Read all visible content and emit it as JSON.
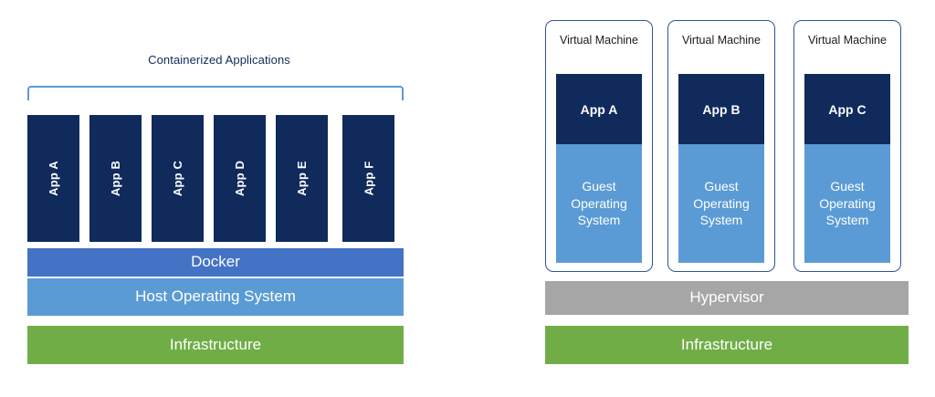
{
  "diagram": {
    "type": "architecture-comparison",
    "left_panel": {
      "title": "Containerized Applications",
      "apps": [
        {
          "label": "App A"
        },
        {
          "label": "App B"
        },
        {
          "label": "App C"
        },
        {
          "label": "App D"
        },
        {
          "label": "App E"
        },
        {
          "label": "App F"
        }
      ],
      "layers": [
        {
          "label": "Docker",
          "color": "#4472c4"
        },
        {
          "label": "Host Operating System",
          "color": "#5b9bd5"
        },
        {
          "label": "Infrastructure",
          "color": "#70ad47"
        }
      ]
    },
    "right_panel": {
      "vms": [
        {
          "title": "Virtual Machine",
          "app": "App A",
          "guest_os": "Guest\nOperating\nSystem"
        },
        {
          "title": "Virtual Machine",
          "app": "App B",
          "guest_os": "Guest\nOperating\nSystem"
        },
        {
          "title": "Virtual Machine",
          "app": "App C",
          "guest_os": "Guest\nOperating\nSystem"
        }
      ],
      "layers": [
        {
          "label": "Hypervisor",
          "color": "#a6a6a6"
        },
        {
          "label": "Infrastructure",
          "color": "#70ad47"
        }
      ]
    },
    "colors": {
      "app_navy": "#102a5c",
      "docker_blue": "#4472c4",
      "os_blue": "#5b9bd5",
      "infrastructure_green": "#70ad47",
      "hypervisor_gray": "#a6a6a6",
      "vm_border": "#2f5597",
      "bracket": "#5b9bd5",
      "background": "#ffffff"
    }
  }
}
